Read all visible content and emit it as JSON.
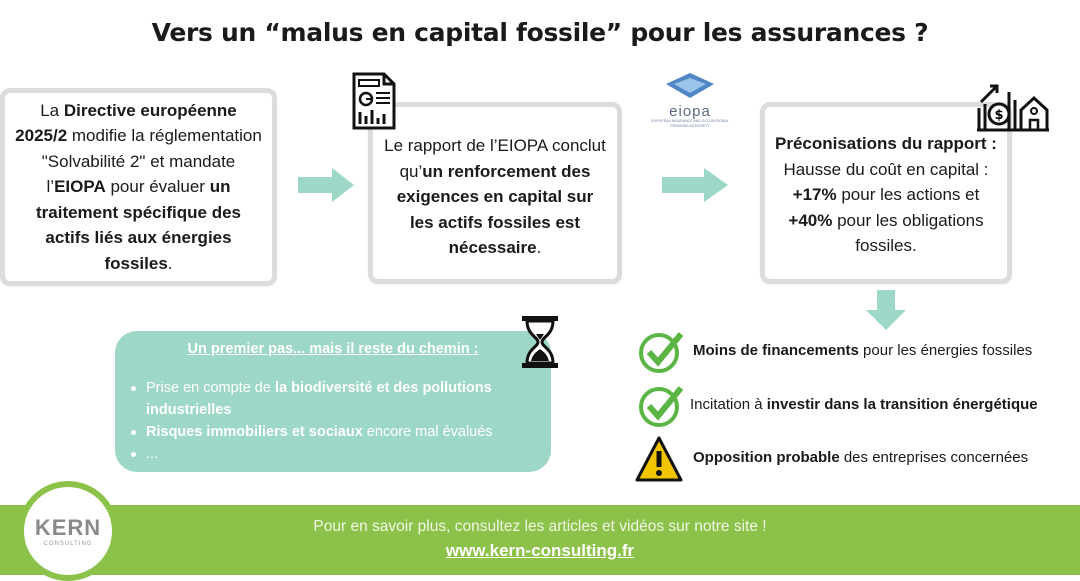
{
  "title": "Vers un “malus en capital fossile” pour les assurances ?",
  "colors": {
    "mint": "#9dd7c7",
    "green": "#8cc24a",
    "check": "#5bb544",
    "warning": "#f2c500",
    "border": "#dcdcdc"
  },
  "box1": {
    "s": [
      "La ",
      "Directive européenne 2025/2",
      " modifie la réglementation \"Solvabilité 2\" et mandate l’",
      "EIOPA",
      " pour évaluer ",
      "un traitement spécifique des actifs liés aux énergies fossiles",
      "."
    ]
  },
  "box2": {
    "s": [
      "Le rapport de l’EIOPA conclut qu’",
      "un renforcement des exigences en capital sur les actifs fossiles est nécessaire",
      "."
    ]
  },
  "box3": {
    "s": [
      "Préconisations du rapport :",
      "Hausse du coût en capital : ",
      "+17%",
      " pour les actions et ",
      "+40%",
      " pour les obligations fossiles."
    ]
  },
  "eiopa_logo": {
    "text": "eiopa",
    "sub": "EUROPEAN INSURANCE AND OCCUPATIONAL PENSIONS AUTHORITY"
  },
  "next_steps": {
    "title": "Un premier pas... mais il reste du chemin :",
    "items": [
      {
        "a": "Prise en compte de ",
        "b": "la biodiversité et des pollutions industrielles",
        "c": ""
      },
      {
        "a": "",
        "b": "Risques immobiliers et sociaux",
        "c": " encore mal évalués"
      },
      {
        "a": "...",
        "b": "",
        "c": ""
      }
    ]
  },
  "outcomes": [
    {
      "icon": "check-icon",
      "b": "Moins de financements",
      "c": " pour les énergies fossiles",
      "a": ""
    },
    {
      "icon": "check-icon",
      "a": "Incitation à ",
      "b": "investir dans la transition énergétique",
      "c": ""
    },
    {
      "icon": "warning-icon",
      "b": "Opposition probable",
      "c": " des entreprises concernées",
      "a": ""
    }
  ],
  "footer": {
    "text": "Pour en savoir plus, consultez les articles et vidéos sur notre site !",
    "link": "www.kern-consulting.fr"
  },
  "logo": {
    "name": "KERN",
    "sub": "CONSULTING"
  }
}
